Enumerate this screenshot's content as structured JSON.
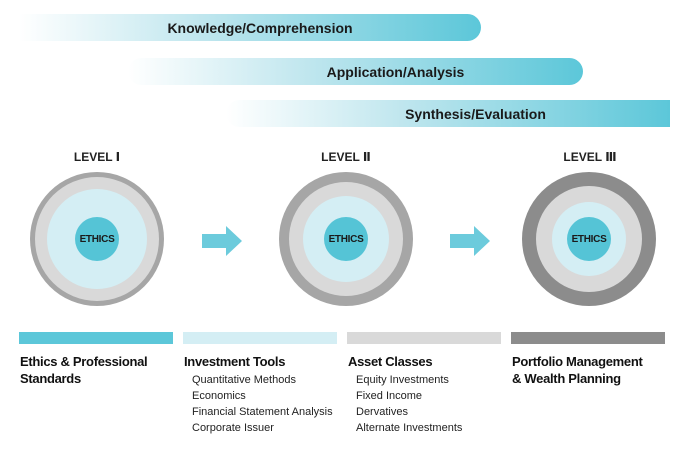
{
  "bands": [
    {
      "label": "Knowledge/Comprehension"
    },
    {
      "label": "Application/Analysis"
    },
    {
      "label": "Synthesis/Evaluation"
    }
  ],
  "levels": [
    {
      "label": "LEVEL Ⅰ",
      "center": "ETHICS"
    },
    {
      "label": "LEVEL Ⅱ",
      "center": "ETHICS"
    },
    {
      "label": "LEVEL Ⅲ",
      "center": "ETHICS"
    }
  ],
  "categories": [
    {
      "title_line1": "Ethics & Professional",
      "title_line2": "Standards",
      "color": "#5cc7d9",
      "items": []
    },
    {
      "title_line1": "Investment Tools",
      "title_line2": "",
      "color": "#d4eef4",
      "items": [
        "Quantitative Methods",
        "Economics",
        "Financial Statement Analysis",
        "Corporate Issuer"
      ]
    },
    {
      "title_line1": "Asset Classes",
      "title_line2": "",
      "color": "#d9d9d9",
      "items": [
        "Equity Investments",
        "Fixed Income",
        "Dervatives",
        "Alternate Investments"
      ]
    },
    {
      "title_line1": "Portfolio Management",
      "title_line2": "& Wealth Planning",
      "color": "#8c8c8c",
      "items": []
    }
  ],
  "colors": {
    "ethics_core": "#55c4d6",
    "light_blue": "#d4eef4",
    "light_gray": "#d9d9d9",
    "mid_gray": "#a6a6a6",
    "dark_gray": "#8c8c8c",
    "arrow": "#6ccbdc"
  }
}
